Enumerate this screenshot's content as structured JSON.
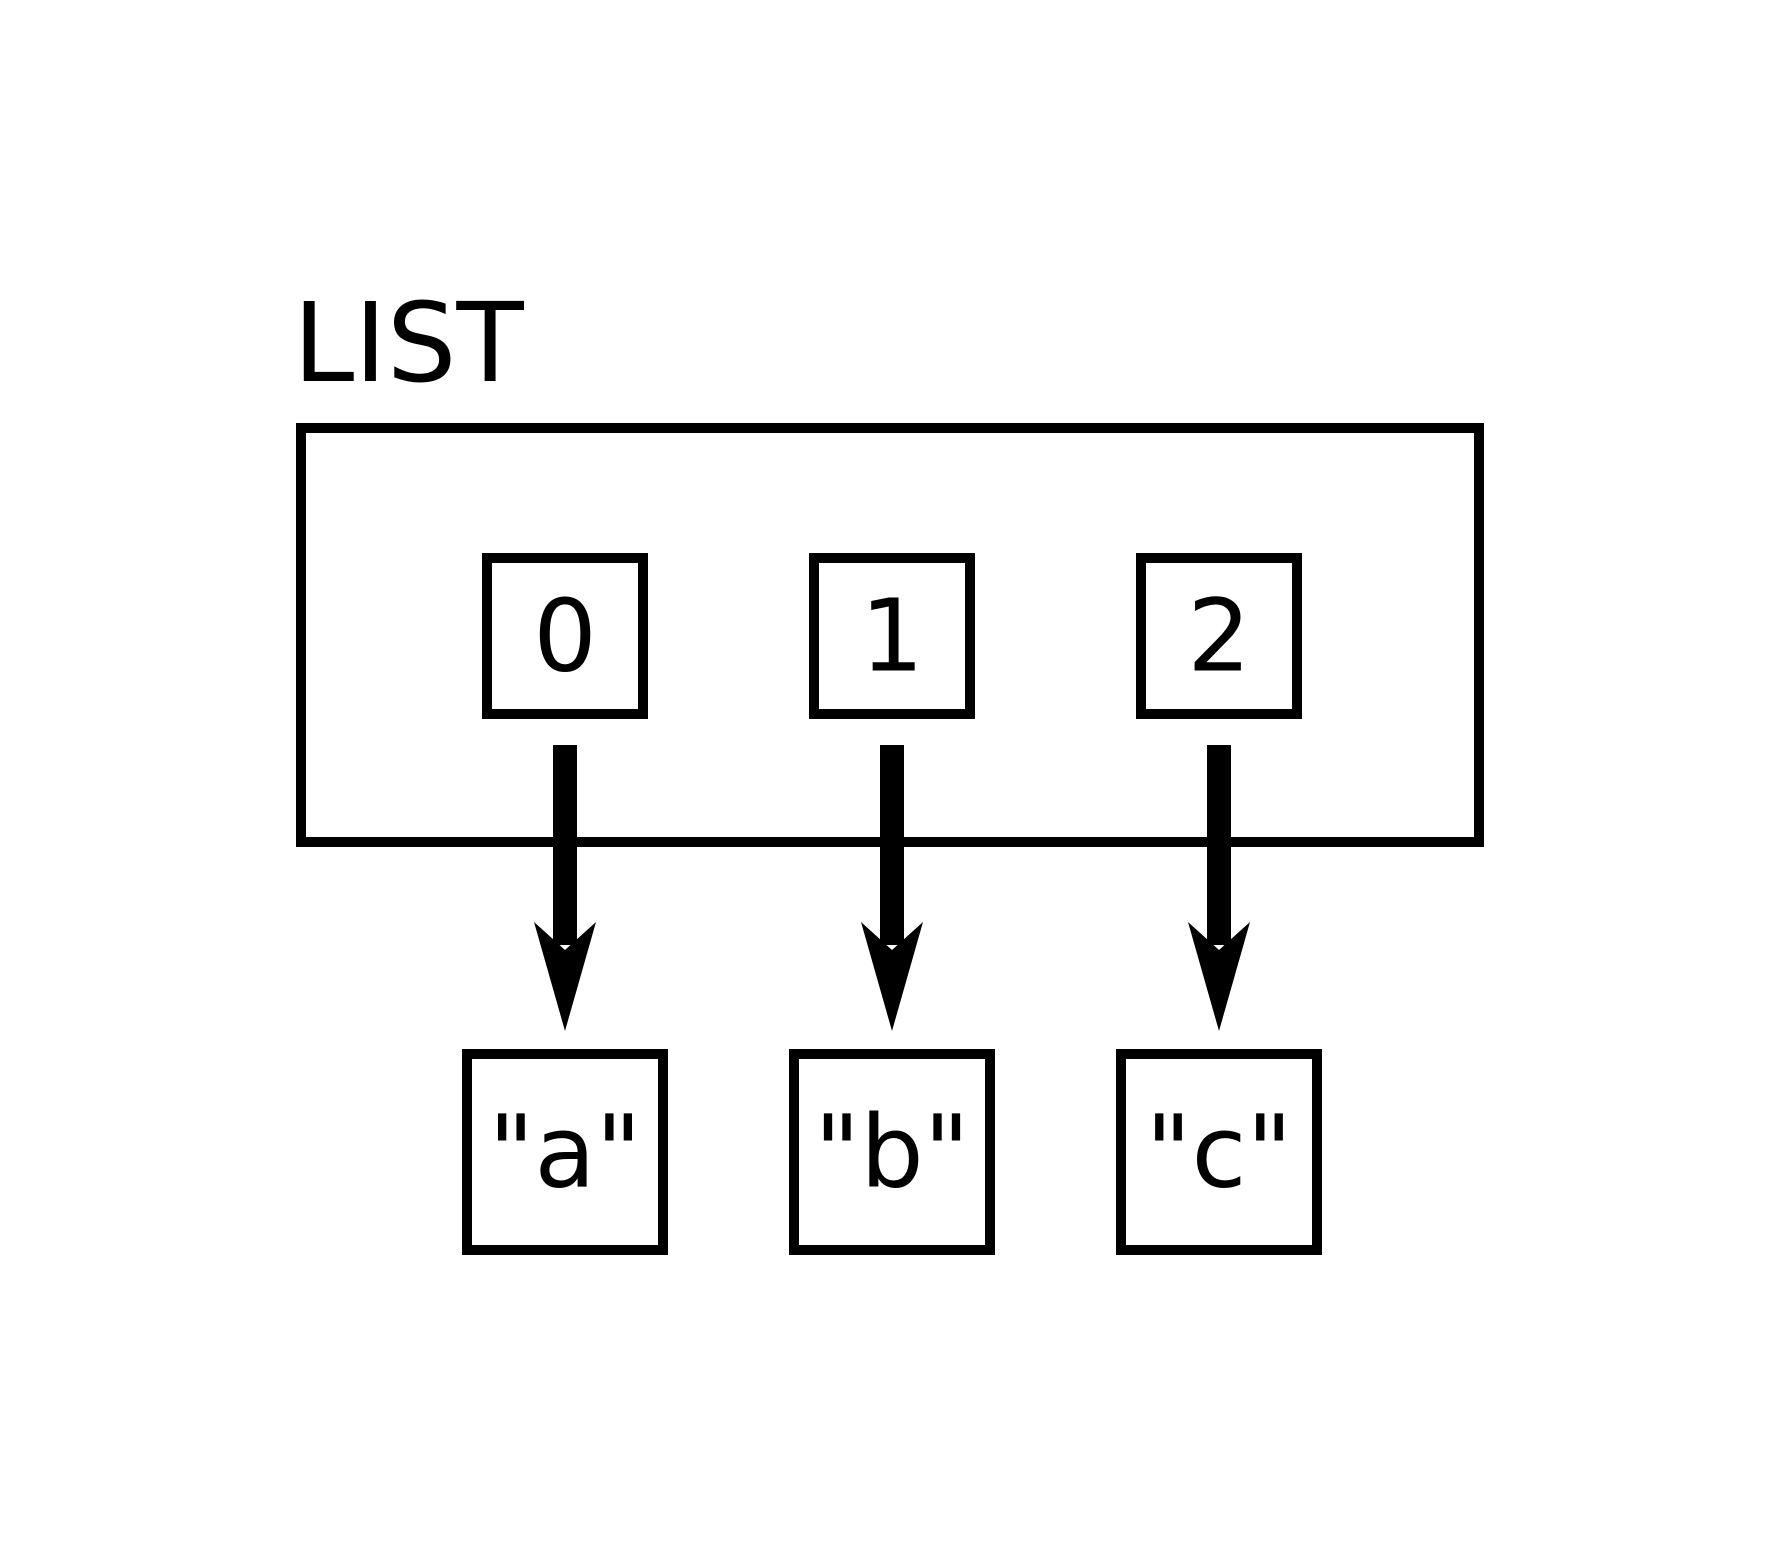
{
  "title": "LIST",
  "indices": [
    "0",
    "1",
    "2"
  ],
  "values": [
    "\"a\"",
    "\"b\"",
    "\"c\""
  ],
  "colors": {
    "stroke": "#000000",
    "background": "#ffffff"
  }
}
